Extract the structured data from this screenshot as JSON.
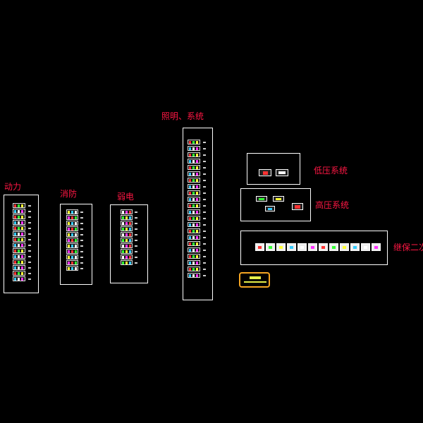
{
  "groups": [
    {
      "id": "power",
      "label": "动力",
      "rows": 14
    },
    {
      "id": "fire",
      "label": "消防",
      "rows": 11
    },
    {
      "id": "weak",
      "label": "弱电",
      "rows": 10
    },
    {
      "id": "lighting",
      "label": "照明、系统",
      "rows": 22
    }
  ],
  "systems": {
    "low_voltage": {
      "label": "低压系统",
      "sheets": 2
    },
    "high_voltage": {
      "label": "高压系统",
      "sheets": 4
    },
    "relay": {
      "label": "继保二次",
      "sheets": 12
    }
  },
  "colors": {
    "label": "#ff1744",
    "frame": "#ffffff",
    "logo_border": "#f5a623",
    "logo_text": "#e6f04a"
  }
}
